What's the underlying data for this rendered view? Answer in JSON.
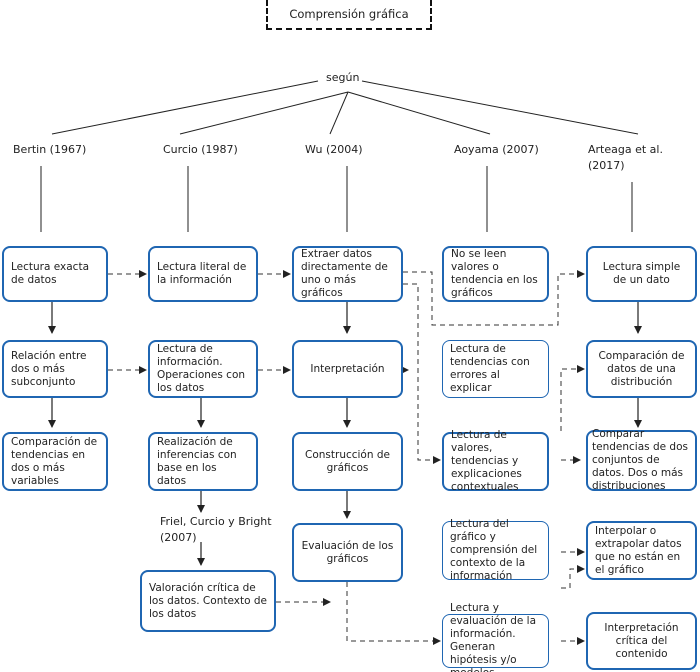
{
  "title": "Comprensión gráfica",
  "connector": "según",
  "authors": {
    "bertin": "Bertin (1967)",
    "curcio": "Curcio (1987)",
    "wu": "Wu (2004)",
    "aoyama": "Aoyama (2007)",
    "arteaga_l1": "Arteaga et al.",
    "arteaga_l2": "(2017)",
    "friel_l1": "Friel, Curcio y Bright",
    "friel_l2": "(2007)"
  },
  "boxes": {
    "b1": "Lectura exacta de datos",
    "b2": "Relación entre dos o más subconjunto",
    "b3": "Comparación de tendencias en dos o más variables",
    "c1": "Lectura literal de la información",
    "c2": "Lectura de información. Operaciones con los datos",
    "c3": "Realización de inferencias con base en los datos",
    "c4": "Valoración crítica de los datos. Contexto de los datos",
    "w1": "Extraer datos directamente de uno o más gráficos",
    "w2": "Interpretación",
    "w3": "Construcción de gráficos",
    "w4": "Evaluación de los gráficos",
    "a1": "No se leen valores o tendencia en los gráficos",
    "a2": "Lectura de tendencias con errores al explicar",
    "a3": "Lectura de valores, tendencias y explicaciones contextuales",
    "a4": "Lectura del gráfico y comprensión del contexto de la información",
    "a5": "Lectura y evaluación de la información. Generan hipótesis y/o modelos",
    "r1": "Lectura simple de un dato",
    "r2": "Comparación de datos de una distribución",
    "r3": "Comparar tendencias de dos conjuntos de datos. Dos o más distribuciones",
    "r4": "Interpolar o extrapolar datos que no están en el gráfico",
    "r5": "Interpretación crítica del contenido"
  }
}
